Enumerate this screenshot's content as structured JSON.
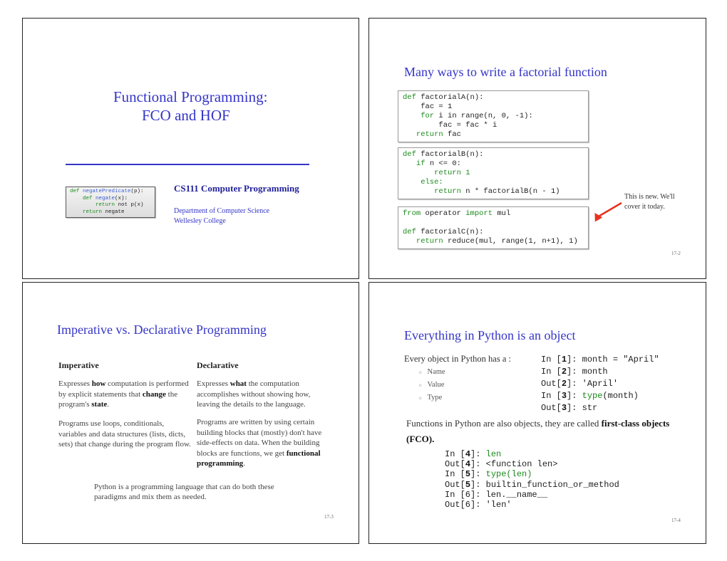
{
  "slide1": {
    "title_line1": "Functional Programming:",
    "title_line2": "FCO and HOF",
    "code": [
      [
        "def ",
        "negatePredicate",
        "(p):"
      ],
      [
        "    def ",
        "negate",
        "(x):"
      ],
      [
        "        return ",
        "not p(x)",
        ""
      ],
      [
        "    return ",
        "negate",
        ""
      ]
    ],
    "course": "CS111 Computer Programming",
    "dept": "Department of Computer Science",
    "college": "Wellesley College"
  },
  "slide2": {
    "title": "Many ways to write a factorial function",
    "codeA": [
      [
        "def ",
        "factorialA(n):"
      ],
      [
        "    ",
        "fac = 1"
      ],
      [
        "    for ",
        "i in range(n, 0, -1):"
      ],
      [
        "        ",
        "fac = fac * i"
      ],
      [
        "   return ",
        "fac"
      ]
    ],
    "codeB": [
      [
        "def ",
        "factorialB(n):"
      ],
      [
        "   if ",
        "n <= 0:"
      ],
      [
        "       return ",
        "1"
      ],
      [
        "    else:",
        ""
      ],
      [
        "       return ",
        "n * factorialB(n - 1)"
      ]
    ],
    "codeC": [
      [
        "from ",
        "operator ",
        "import ",
        "mul"
      ],
      [
        "",
        "",
        "",
        ""
      ],
      [
        "def ",
        "factorialC(n):",
        "",
        ""
      ],
      [
        "   return ",
        "reduce(mul, range(1, n+1), 1)",
        "",
        ""
      ]
    ],
    "note_line1": "This is new. We'll",
    "note_line2": "cover it today.",
    "arrow_color": "#e8321e",
    "page": "17-2"
  },
  "slide3": {
    "title": "Imperative vs. Declarative Programming",
    "col1_head": "Imperative",
    "col2_head": "Declarative",
    "imp_p1": [
      "Expresses ",
      "how",
      " computation is performed by explicit statements that ",
      "change",
      " the program's ",
      "state",
      "."
    ],
    "imp_p2": "Programs use loops, conditionals, variables and data structures (lists, dicts, sets) that change during the program flow.",
    "dec_p1": [
      "Expresses ",
      "what",
      " the computation accomplishes without showing how, leaving the details to the language."
    ],
    "dec_p2": [
      "Programs are written by using certain building blocks that (mostly) don't have side-effects on data. When the building blocks are functions, we get ",
      "functional programming",
      "."
    ],
    "footer_line1": "Python is a programming language that can do both these",
    "footer_line2": "paradigms and  mix them as needed.",
    "page": "17-3"
  },
  "slide4": {
    "title": "Everything in Python is an object",
    "intro": "Every object in Python has a :",
    "bullets": [
      "Name",
      "Value",
      "Type"
    ],
    "ipy1": [
      [
        "In [",
        "1",
        "]: ",
        "",
        "month = \"April\""
      ],
      [
        "In [",
        "2",
        "]: ",
        "",
        "month"
      ],
      [
        "Out[",
        "2",
        "]: ",
        "",
        "'April'"
      ],
      [
        "In [",
        "3",
        "]: ",
        "type",
        "(month)"
      ],
      [
        "Out[",
        "3",
        "]: ",
        "",
        "str"
      ]
    ],
    "fco_text": "Functions in Python are also objects, they are called ",
    "fco_bold1": "first-class",
    "fco_bold2": "objects (FCO).",
    "ipy2": [
      [
        "In [",
        "4",
        "]: ",
        "len",
        ""
      ],
      [
        "Out[",
        "4",
        "]: ",
        "",
        "<function len>"
      ],
      [
        "In [",
        "5",
        "]: ",
        "type(len)",
        ""
      ],
      [
        "Out[",
        "5",
        "]: ",
        "",
        "builtin_function_or_method"
      ],
      [
        "In [6]: ",
        "",
        "",
        "",
        "len.__name__"
      ],
      [
        "Out[6]: ",
        "",
        "",
        "",
        "'len'"
      ]
    ],
    "page": "17-4"
  }
}
